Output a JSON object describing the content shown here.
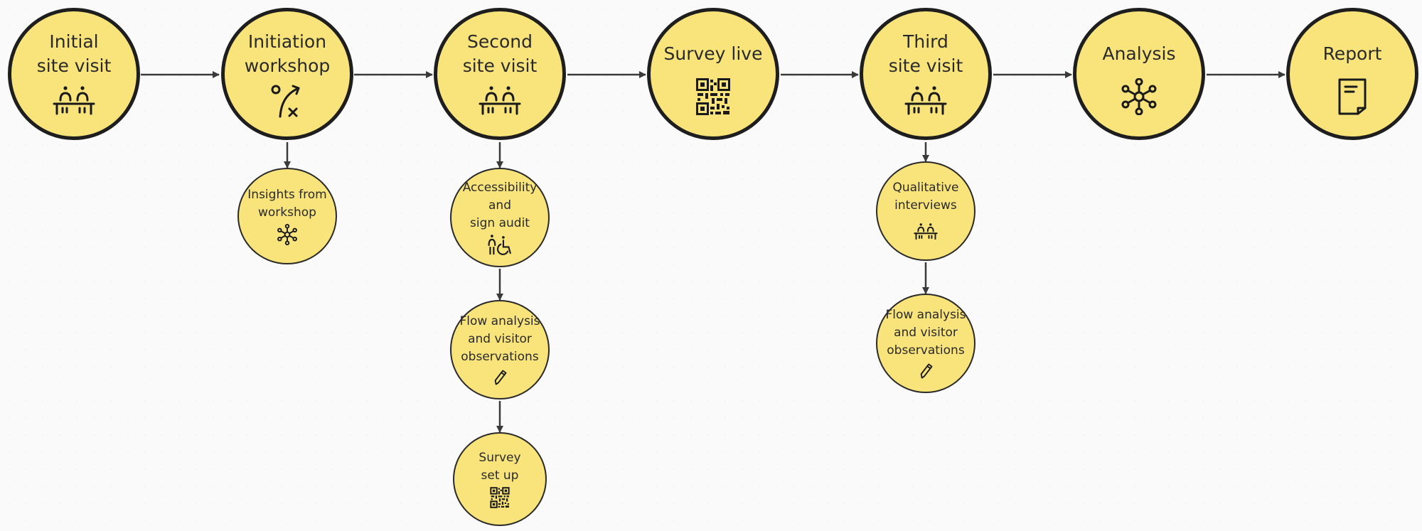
{
  "colors": {
    "fill": "#f8e47a",
    "border": "#1e1e1e",
    "edge": "#3a3a3a"
  },
  "main_nodes": [
    {
      "label": "Initial\nsite visit",
      "icon": "people-at-table-icon"
    },
    {
      "label": "Initiation\nworkshop",
      "icon": "strategy-play-icon"
    },
    {
      "label": "Second\nsite visit",
      "icon": "people-at-table-icon"
    },
    {
      "label": "Survey live",
      "icon": "qr-code-icon"
    },
    {
      "label": "Third\nsite visit",
      "icon": "people-at-table-icon"
    },
    {
      "label": "Analysis",
      "icon": "network-hub-icon"
    },
    {
      "label": "Report",
      "icon": "document-icon"
    }
  ],
  "sub_nodes": {
    "insights": {
      "label": "Insights from\nworkshop",
      "icon": "network-hub-icon"
    },
    "accessibility": {
      "label": "Accessibility\nand\nsign audit",
      "icon": "accessibility-icon"
    },
    "flow_second": {
      "label": "Flow analysis\nand visitor\nobservations",
      "icon": "pencil-icon"
    },
    "survey_setup": {
      "label": "Survey\nset up",
      "icon": "qr-code-icon"
    },
    "qualitative": {
      "label": "Qualitative\ninterviews",
      "icon": "people-at-table-icon"
    },
    "flow_third": {
      "label": "Flow analysis\nand visitor\nobservations",
      "icon": "pencil-icon"
    }
  }
}
